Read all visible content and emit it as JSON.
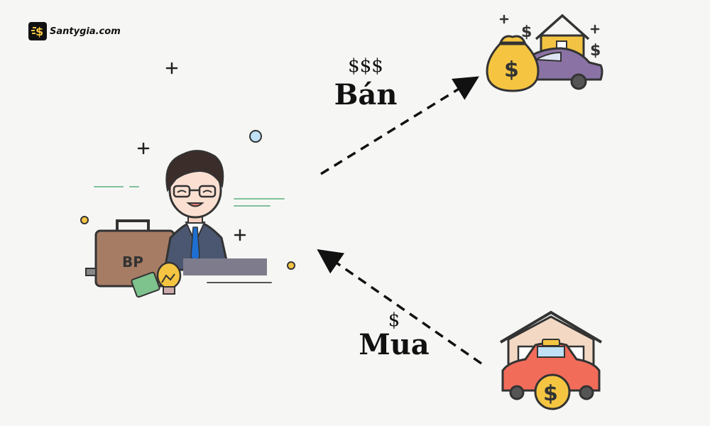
{
  "logo": {
    "text": "Santygia.com"
  },
  "sell": {
    "money": "$$$",
    "label": "Bán"
  },
  "buy": {
    "money": "$",
    "label": "Mua"
  },
  "briefcase": {
    "text": "BP"
  },
  "colors": {
    "arrow": "#111111",
    "bag": "#f5c542",
    "house": "#f3c443",
    "car_purple": "#8a73a4",
    "car_red": "#f26c5a",
    "garage": "#f3d9c4",
    "briefcase": "#a67d64",
    "suit": "#4b5770",
    "tie": "#1f6fd1",
    "hair": "#3b2e2a"
  }
}
